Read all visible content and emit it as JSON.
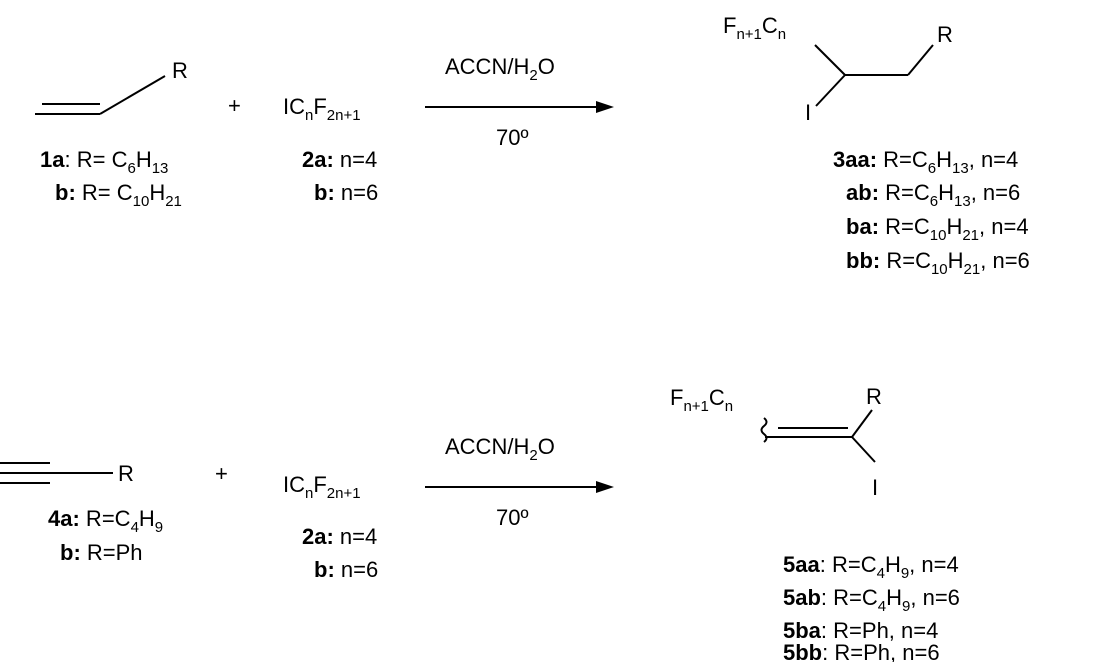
{
  "reaction1": {
    "reactant": {
      "R": "R",
      "labels": [
        {
          "id": "1a",
          "sep": ":",
          "lead": " R= C",
          "sub1": "6",
          "mid": "H",
          "sub2": "13",
          "tail": ""
        },
        {
          "id": "b",
          "sep": ":",
          "lead": " R= C",
          "sub1": "10",
          "mid": "H",
          "sub2": "21",
          "tail": ""
        }
      ]
    },
    "plus": "+",
    "reagent": {
      "formula": {
        "a": "IC",
        "b": "n",
        "c": "F",
        "d": "2n+1"
      },
      "labels": [
        {
          "id": "2a",
          "sep": ":",
          "text": " n=4"
        },
        {
          "id": "b",
          "sep": ":",
          "text": " n=6"
        }
      ]
    },
    "conditions": {
      "top_a": "ACCN/H",
      "top_sub": "2",
      "top_b": "O",
      "bottom": "70º"
    },
    "product": {
      "group": {
        "a": "F",
        "b": "n+1",
        "c": "C",
        "d": "n"
      },
      "I": "I",
      "R": "R",
      "labels": [
        {
          "id": "3aa",
          "sep": ":",
          "lead": " R=C",
          "sub1": "6",
          "mid": "H",
          "sub2": "13",
          "tail": ", n=4"
        },
        {
          "id": "ab",
          "sep": ":",
          "lead": " R=C",
          "sub1": "6",
          "mid": "H",
          "sub2": "13",
          "tail": ", n=6"
        },
        {
          "id": "ba",
          "sep": ":",
          "lead": " R=C",
          "sub1": "10",
          "mid": "H",
          "sub2": "21",
          "tail": ", n=4"
        },
        {
          "id": "bb",
          "sep": ":",
          "lead": " R=C",
          "sub1": "10",
          "mid": "H",
          "sub2": "21",
          "tail": ", n=6"
        }
      ]
    }
  },
  "reaction2": {
    "reactant": {
      "R": "R",
      "labels": [
        {
          "id": "4a",
          "sep": ":",
          "lead": " R=C",
          "sub1": "4",
          "mid": "H",
          "sub2": "9"
        },
        {
          "id": "b",
          "sep": ":",
          "text": " R=Ph"
        }
      ]
    },
    "plus": "+",
    "reagent": {
      "formula": {
        "a": "IC",
        "b": "n",
        "c": "F",
        "d": "2n+1"
      },
      "labels": [
        {
          "id": "2a",
          "sep": ":",
          "text": " n=4"
        },
        {
          "id": "b",
          "sep": ":",
          "text": " n=6"
        }
      ]
    },
    "conditions": {
      "top_a": "ACCN/H",
      "top_sub": "2",
      "top_b": "O",
      "bottom": "70º"
    },
    "product": {
      "group": {
        "a": "F",
        "b": "n+1",
        "c": "C",
        "d": "n"
      },
      "I": "I",
      "R": "R",
      "labels": [
        {
          "id": "5aa",
          "sep": ":",
          "lead": " R=C",
          "sub1": "4",
          "mid": "H",
          "sub2": "9",
          "tail": ", n=4"
        },
        {
          "id": "5ab",
          "sep": ":",
          "lead": " R=C",
          "sub1": "4",
          "mid": "H",
          "sub2": "9",
          "tail": ", n=6"
        },
        {
          "id": "5ba",
          "sep": ":",
          "text": " R=Ph, n=4"
        },
        {
          "id": "5bb",
          "sep": ":",
          "text": " R=Ph, n=6"
        }
      ]
    }
  }
}
